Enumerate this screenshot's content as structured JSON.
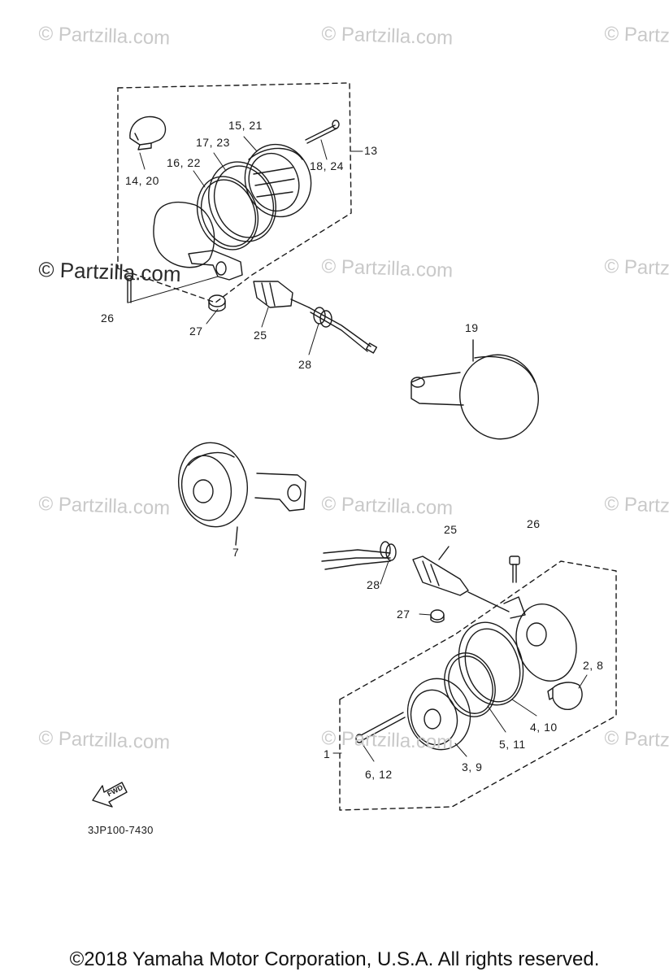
{
  "watermark": "© Partzilla.com",
  "callouts": {
    "c13": "13",
    "c14_20": "14, 20",
    "c15_21": "15, 21",
    "c17_23": "17, 23",
    "c16_22": "16, 22",
    "c18_24": "18, 24",
    "c26_top": "26",
    "c27_top": "27",
    "c25_top": "25",
    "c28_top": "28",
    "c19": "19",
    "c7": "7",
    "c25_bot": "25",
    "c26_bot": "26",
    "c28_bot": "28",
    "c27_bot": "27",
    "c2_8": "2, 8",
    "c4_10": "4, 10",
    "c5_11": "5, 11",
    "c1": "1",
    "c6_12": "6, 12",
    "c3_9": "3, 9"
  },
  "fwd_label": "FWD",
  "diagram_code": "3JP100-7430",
  "copyright": "©2018  Yamaha Motor Corporation, U.S.A. All rights reserved."
}
